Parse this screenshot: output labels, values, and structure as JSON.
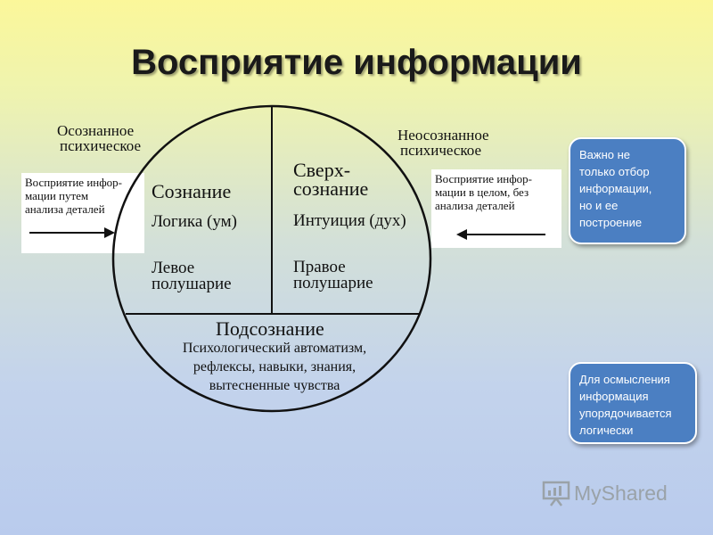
{
  "title": "Восприятие информации",
  "left": {
    "heading_line1": "Осознанное",
    "heading_line2": "психическое",
    "box_line1": "Восприятие инфор-",
    "box_line2": "мации путем",
    "box_line3": "анализа деталей"
  },
  "right": {
    "heading_line1": "Неосознанное",
    "heading_line2": "психическое",
    "box_line1": "Восприятие инфор-",
    "box_line2": "мации в целом, без",
    "box_line3": "анализа деталей"
  },
  "circle": {
    "left_quadrant": {
      "title": "Сознание",
      "subtitle": "Логика (ум)",
      "hemisphere_line1": "Левое",
      "hemisphere_line2": "полушарие"
    },
    "right_quadrant": {
      "title_line1": "Сверх-",
      "title_line2": "сознание",
      "subtitle": "Интуиция (дух)",
      "hemisphere_line1": "Правое",
      "hemisphere_line2": "полушарие"
    },
    "bottom": {
      "title": "Подсознание",
      "line1": "Психологический автоматизм,",
      "line2": "рефлексы, навыки, знания,",
      "line3": "вытесненные чувства"
    }
  },
  "notes": {
    "top": {
      "line1": "Важно не",
      "line2": "только отбор",
      "line3": "информации,",
      "line4": "но и ее",
      "line5": "построение"
    },
    "bottom": {
      "line1": "Для осмысления",
      "line2": "информация",
      "line3": "упорядочивается",
      "line4": "логически"
    }
  },
  "watermark": "MyShared",
  "colors": {
    "note_bg": "#4b7fc2",
    "line": "#111111"
  }
}
